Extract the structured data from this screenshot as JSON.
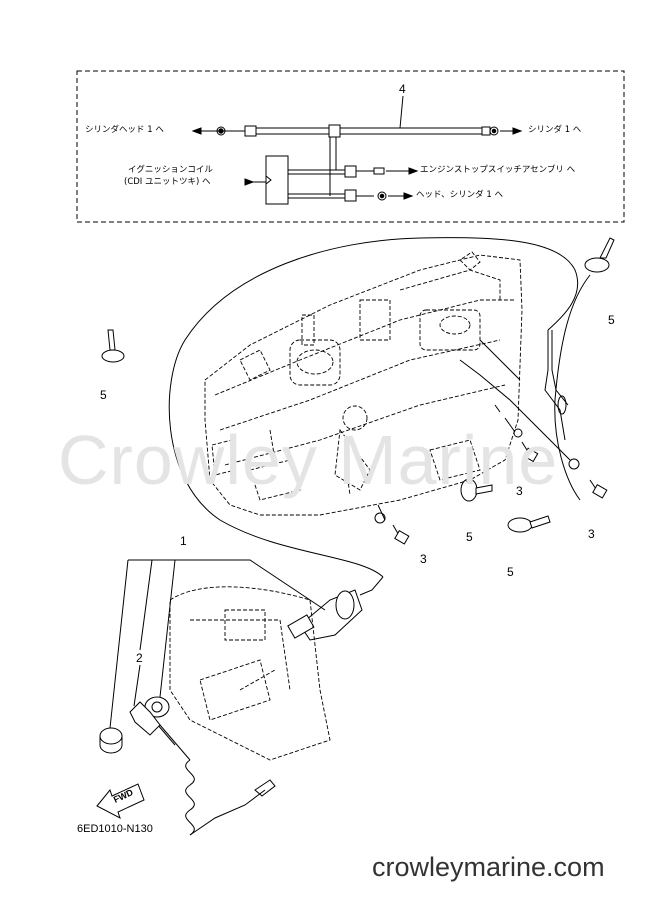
{
  "diagram": {
    "part_code": "6ED1010-N130",
    "website": "crowleymarine.com",
    "watermark": "Crowley Marine",
    "fwd_label": "FWD",
    "callouts": {
      "c1": "1",
      "c2": "2",
      "c3a": "3",
      "c3b": "3",
      "c3c": "3",
      "c4": "4",
      "c5a": "5",
      "c5b": "5",
      "c5c": "5",
      "c5d": "5"
    },
    "wiring_labels": {
      "cylinder_head_1": "シリンダヘッド 1 へ",
      "cylinder_1": "シリンダ 1 へ",
      "ignition_coil_line1": "イグニッションコイル",
      "ignition_coil_line2": "(CDI ユニットツキ) へ",
      "engine_stop_switch": "エンジンストップスイッチアセンブリ へ",
      "head_cylinder_1": "ヘッド、シリンダ 1 へ"
    }
  }
}
